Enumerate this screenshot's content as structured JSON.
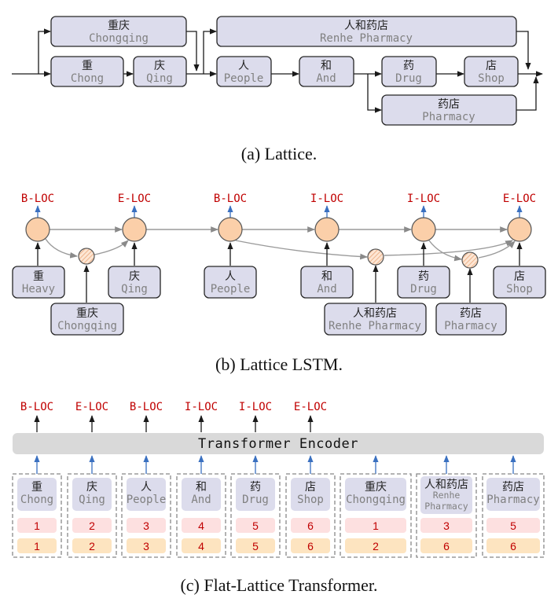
{
  "colors": {
    "node_fill": "#dcdcec",
    "cell_fill": "#fbcfa9",
    "head_fill": "#fde0e0",
    "tail_fill": "#fde4c0",
    "tag_color": "#c00000",
    "encoder_fill": "#d9d9d9",
    "arrow_blue": "#3a70c0"
  },
  "lattice": {
    "caption": "(a)  Lattice.",
    "nodes": {
      "chongqing": {
        "cn": "重庆",
        "en": "Chongqing"
      },
      "chong": {
        "cn": "重",
        "en": "Chong"
      },
      "qing": {
        "cn": "庆",
        "en": "Qing"
      },
      "renhe": {
        "cn": "人和药店",
        "en": "Renhe Pharmacy"
      },
      "people": {
        "cn": "人",
        "en": "People"
      },
      "and": {
        "cn": "和",
        "en": "And"
      },
      "drug": {
        "cn": "药",
        "en": "Drug"
      },
      "shop": {
        "cn": "店",
        "en": "Shop"
      },
      "pharmacy": {
        "cn": "药店",
        "en": "Pharmacy"
      }
    }
  },
  "lstm": {
    "caption": "(b)  Lattice LSTM.",
    "tags": [
      "B-LOC",
      "E-LOC",
      "B-LOC",
      "I-LOC",
      "I-LOC",
      "E-LOC"
    ],
    "chars": [
      {
        "cn": "重",
        "en": "Heavy"
      },
      {
        "cn": "庆",
        "en": "Qing"
      },
      {
        "cn": "人",
        "en": "People"
      },
      {
        "cn": "和",
        "en": "And"
      },
      {
        "cn": "药",
        "en": "Drug"
      },
      {
        "cn": "店",
        "en": "Shop"
      }
    ],
    "words": [
      {
        "cn": "重庆",
        "en": "Chongqing"
      },
      {
        "cn": "人和药店",
        "en": "Renhe Pharmacy"
      },
      {
        "cn": "药店",
        "en": "Pharmacy"
      }
    ]
  },
  "flat": {
    "caption": "(c)  Flat-Lattice Transformer.",
    "encoder_label": "Transformer Encoder",
    "tags": [
      "B-LOC",
      "E-LOC",
      "B-LOC",
      "I-LOC",
      "I-LOC",
      "E-LOC"
    ],
    "tokens": [
      {
        "cn": "重",
        "en": "Chong",
        "head": "1",
        "tail": "1"
      },
      {
        "cn": "庆",
        "en": "Qing",
        "head": "2",
        "tail": "2"
      },
      {
        "cn": "人",
        "en": "People",
        "head": "3",
        "tail": "3"
      },
      {
        "cn": "和",
        "en": "And",
        "head": "4",
        "tail": "4"
      },
      {
        "cn": "药",
        "en": "Drug",
        "head": "5",
        "tail": "5"
      },
      {
        "cn": "店",
        "en": "Shop",
        "head": "6",
        "tail": "6"
      },
      {
        "cn": "重庆",
        "en": "Chongqing",
        "head": "1",
        "tail": "2"
      },
      {
        "cn": "人和药店",
        "en": "Renhe Pharmacy",
        "head": "3",
        "tail": "6"
      },
      {
        "cn": "药店",
        "en": "Pharmacy",
        "head": "5",
        "tail": "6"
      }
    ]
  }
}
